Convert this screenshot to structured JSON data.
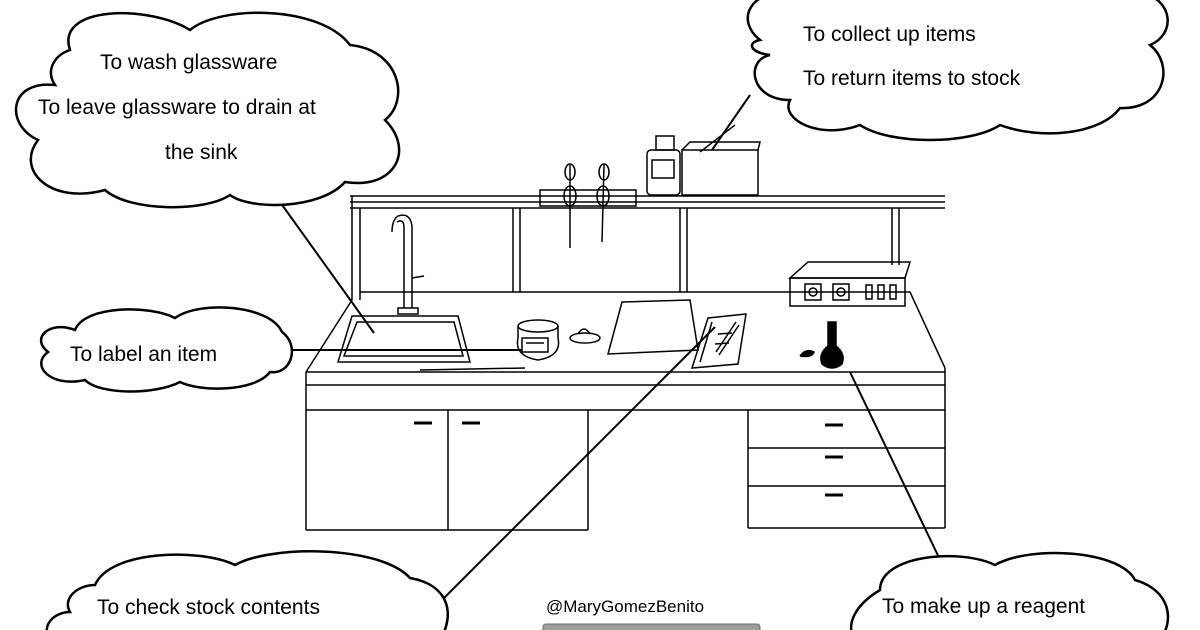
{
  "bubbles": {
    "sink": {
      "lines": [
        "To wash glassware",
        "To leave glassware to drain at",
        "the sink"
      ]
    },
    "shelf": {
      "lines": [
        "To collect up items",
        "To return items to stock"
      ]
    },
    "label_item": {
      "lines": [
        "To label an item"
      ]
    },
    "stock": {
      "lines": [
        "To check stock contents"
      ]
    },
    "reagent": {
      "lines": [
        "To make up a reagent"
      ]
    }
  },
  "credit": "@MaryGomezBenito",
  "colors": {
    "ink": "#000000",
    "background": "#ffffff",
    "badge": "#9e9e9e"
  }
}
